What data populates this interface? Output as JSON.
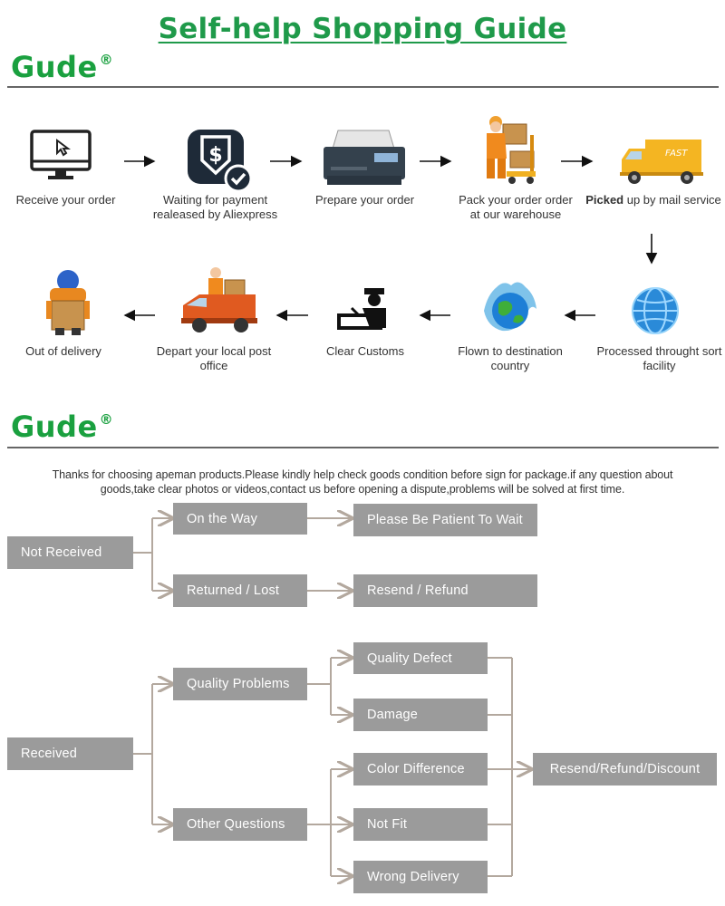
{
  "title": "Self-help Shopping Guide",
  "brand": {
    "name": "Gude",
    "mark": "®"
  },
  "process": [
    {
      "label": "Receive your order",
      "icon": "monitor-icon"
    },
    {
      "label": "Waiting for payment realeased by Aliexpress",
      "icon": "payment-icon"
    },
    {
      "label": "Prepare your order",
      "icon": "printer-icon"
    },
    {
      "label": "Pack your order order at our warehouse",
      "icon": "worker-icon"
    },
    {
      "label_bold": "Picked",
      "label_rest": " up by mail service",
      "icon": "delivery-truck-icon"
    },
    {
      "label": "Processed throught sort facility",
      "icon": "globe-icon"
    },
    {
      "label": "Flown to destination country",
      "icon": "earth-splash-icon"
    },
    {
      "label": "Clear Customs",
      "icon": "customs-officer-icon"
    },
    {
      "label": "Depart your local post office",
      "icon": "courier-truck-icon"
    },
    {
      "label": "Out of delivery",
      "icon": "parcel-courier-icon"
    }
  ],
  "notice": {
    "line1": "Thanks for choosing apeman products.Please kindly help check goods condition before sign for package.if any question about",
    "line2": "goods,take clear photos or videos,contact us before opening a dispute,problems will be solved at first time."
  },
  "not_received": {
    "root": "Not Received",
    "branch1": "On the Way",
    "result1": "Please Be Patient To Wait",
    "branch2": "Returned / Lost",
    "result2": "Resend / Refund"
  },
  "received": {
    "root": "Received",
    "group1": "Quality Problems",
    "group1_items": [
      "Quality Defect",
      "Damage"
    ],
    "group2": "Other Questions",
    "group2_items": [
      "Color Difference",
      "Not Fit",
      "Wrong Delivery"
    ],
    "result": "Resend/Refund/Discount"
  },
  "colors": {
    "brand_green": "#1aa03f",
    "box_gray": "#9b9b9b",
    "connector": "#b3a89e"
  }
}
